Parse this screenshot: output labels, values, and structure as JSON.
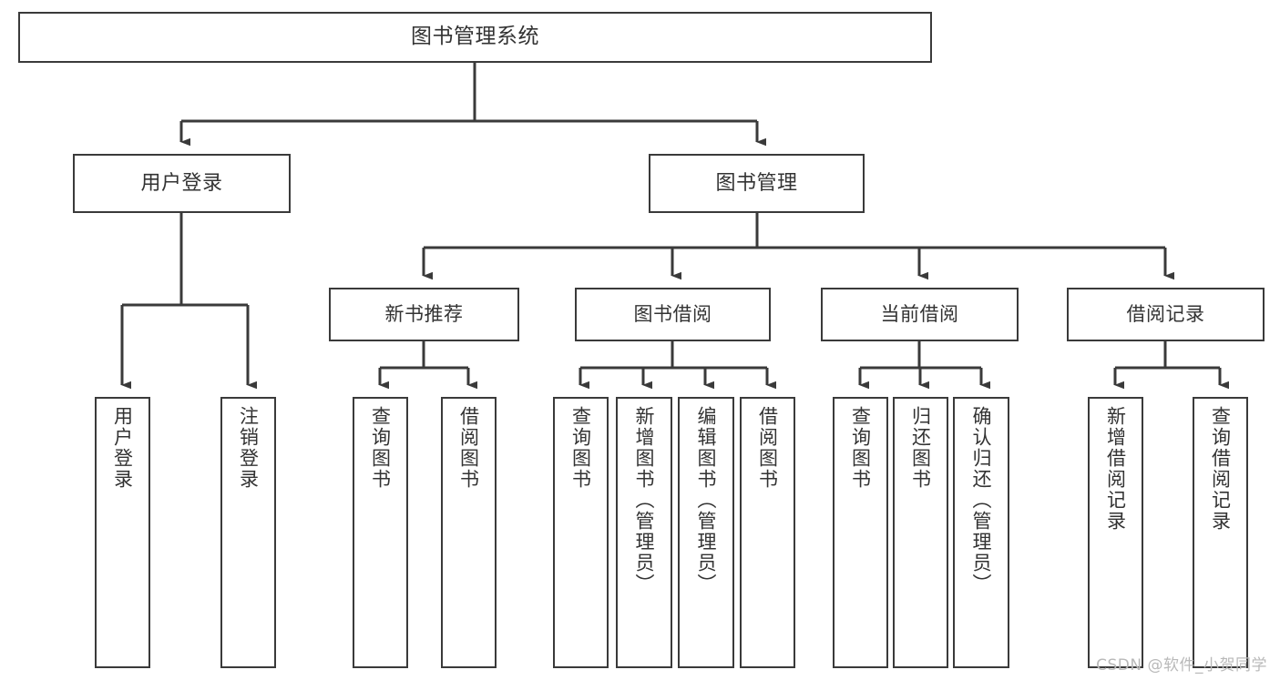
{
  "diagram": {
    "title": "图书管理系统",
    "type": "tree-hierarchy-functional-structure",
    "colors": {
      "box_border": "#3a3a3a",
      "box_fill": "#ffffff",
      "text": "#333333",
      "edge": "#3a3a3a",
      "watermark": "#b9b9b9",
      "background": "#ffffff"
    },
    "root": {
      "label": "图书管理系统"
    },
    "level2": [
      {
        "id": "user-login",
        "label": "用户登录"
      },
      {
        "id": "book-manage",
        "label": "图书管理"
      }
    ],
    "level3": [
      {
        "id": "new-book-recommend",
        "label": "新书推荐"
      },
      {
        "id": "book-borrow",
        "label": "图书借阅"
      },
      {
        "id": "current-borrow",
        "label": "当前借阅"
      },
      {
        "id": "borrow-record",
        "label": "借阅记录"
      }
    ],
    "leaves": [
      {
        "id": "leaf-user-login",
        "parent": "user-login",
        "label": "用户登录"
      },
      {
        "id": "leaf-logout-login",
        "parent": "user-login",
        "label": "注销登录"
      },
      {
        "id": "leaf-query-book-a",
        "parent": "new-book-recommend",
        "label": "查询图书"
      },
      {
        "id": "leaf-borrow-book-a",
        "parent": "new-book-recommend",
        "label": "借阅图书"
      },
      {
        "id": "leaf-query-book-b",
        "parent": "book-borrow",
        "label": "查询图书"
      },
      {
        "id": "leaf-add-book",
        "parent": "book-borrow",
        "label": "新增图书（管理员）"
      },
      {
        "id": "leaf-edit-book",
        "parent": "book-borrow",
        "label": "编辑图书（管理员）"
      },
      {
        "id": "leaf-borrow-book-b",
        "parent": "book-borrow",
        "label": "借阅图书"
      },
      {
        "id": "leaf-query-book-c",
        "parent": "current-borrow",
        "label": "查询图书"
      },
      {
        "id": "leaf-return-book",
        "parent": "current-borrow",
        "label": "归还图书"
      },
      {
        "id": "leaf-confirm-return",
        "parent": "current-borrow",
        "label": "确认归还（管理员）"
      },
      {
        "id": "leaf-add-record",
        "parent": "borrow-record",
        "label": "新增借阅记录"
      },
      {
        "id": "leaf-query-record",
        "parent": "borrow-record",
        "label": "查询借阅记录"
      }
    ],
    "watermark": "CSDN @软件_小贺同学"
  }
}
